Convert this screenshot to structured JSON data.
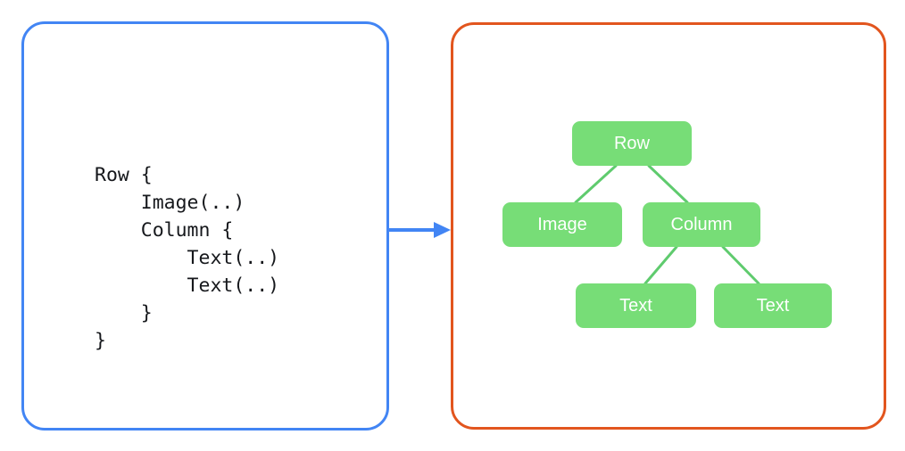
{
  "diagram": {
    "code_panel": {
      "border_color": "#4285f4",
      "code": "Row {\n    Image(..)\n    Column {\n        Text(..)\n        Text(..)\n    }\n}"
    },
    "arrow": {
      "icon": "arrow-right-icon",
      "color": "#4285f4"
    },
    "tree_panel": {
      "border_color": "#e2551e",
      "node_color": "#77dd77",
      "node_text_color": "#ffffff",
      "edge_color": "#5fcb6e",
      "nodes": [
        {
          "id": "row",
          "label": "Row"
        },
        {
          "id": "image",
          "label": "Image"
        },
        {
          "id": "column",
          "label": "Column"
        },
        {
          "id": "text1",
          "label": "Text"
        },
        {
          "id": "text2",
          "label": "Text"
        }
      ],
      "edges": [
        {
          "from": "row",
          "to": "image"
        },
        {
          "from": "row",
          "to": "column"
        },
        {
          "from": "column",
          "to": "text1"
        },
        {
          "from": "column",
          "to": "text2"
        }
      ]
    }
  }
}
